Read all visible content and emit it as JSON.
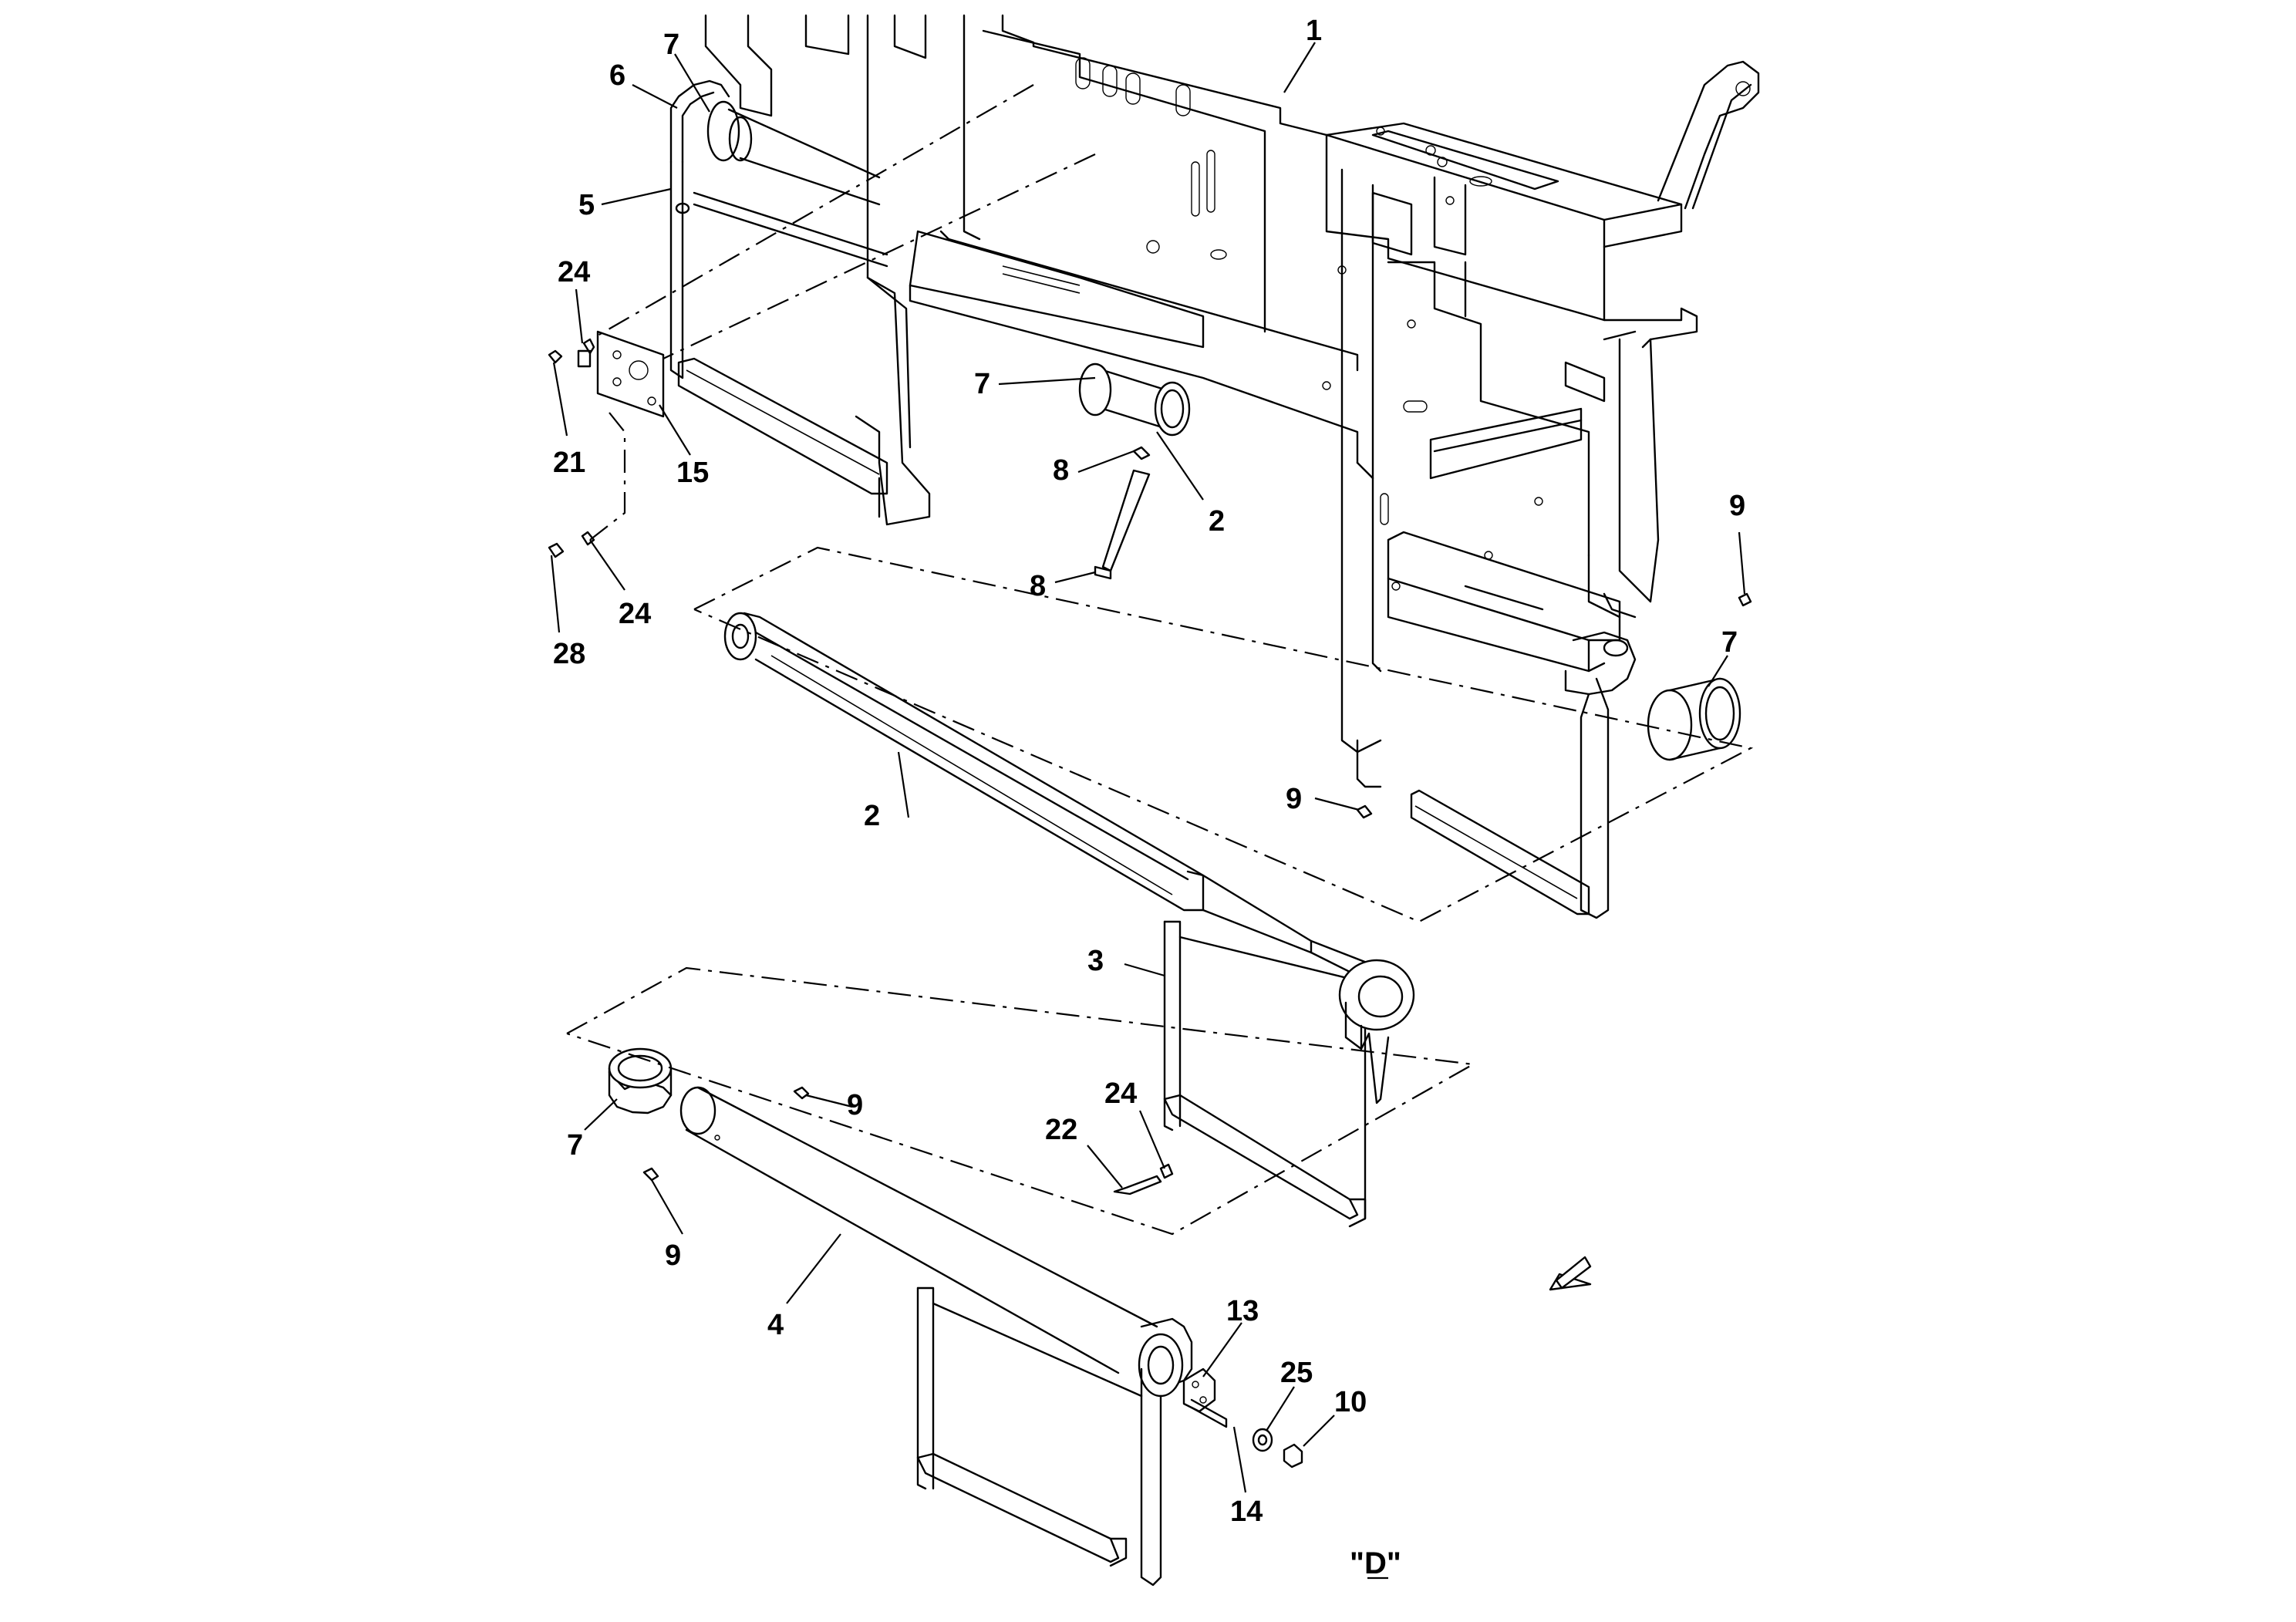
{
  "diagram": {
    "view_label": "\"D\"",
    "callouts": [
      {
        "id": "c1",
        "label": "1"
      },
      {
        "id": "c6",
        "label": "6"
      },
      {
        "id": "c7a",
        "label": "7"
      },
      {
        "id": "c5",
        "label": "5"
      },
      {
        "id": "c24a",
        "label": "24"
      },
      {
        "id": "c21",
        "label": "21"
      },
      {
        "id": "c15",
        "label": "15"
      },
      {
        "id": "c28",
        "label": "28"
      },
      {
        "id": "c24b",
        "label": "24"
      },
      {
        "id": "c7b",
        "label": "7"
      },
      {
        "id": "c8a",
        "label": "8"
      },
      {
        "id": "c2a",
        "label": "2"
      },
      {
        "id": "c8b",
        "label": "8"
      },
      {
        "id": "c9a",
        "label": "9"
      },
      {
        "id": "c7c",
        "label": "7"
      },
      {
        "id": "c9b",
        "label": "9"
      },
      {
        "id": "c2b",
        "label": "2"
      },
      {
        "id": "c3",
        "label": "3"
      },
      {
        "id": "c24c",
        "label": "24"
      },
      {
        "id": "c22",
        "label": "22"
      },
      {
        "id": "c7d",
        "label": "7"
      },
      {
        "id": "c9c",
        "label": "9"
      },
      {
        "id": "c9d",
        "label": "9"
      },
      {
        "id": "c4",
        "label": "4"
      },
      {
        "id": "c13",
        "label": "13"
      },
      {
        "id": "c25",
        "label": "25"
      },
      {
        "id": "c10",
        "label": "10"
      },
      {
        "id": "c14",
        "label": "14"
      }
    ]
  }
}
